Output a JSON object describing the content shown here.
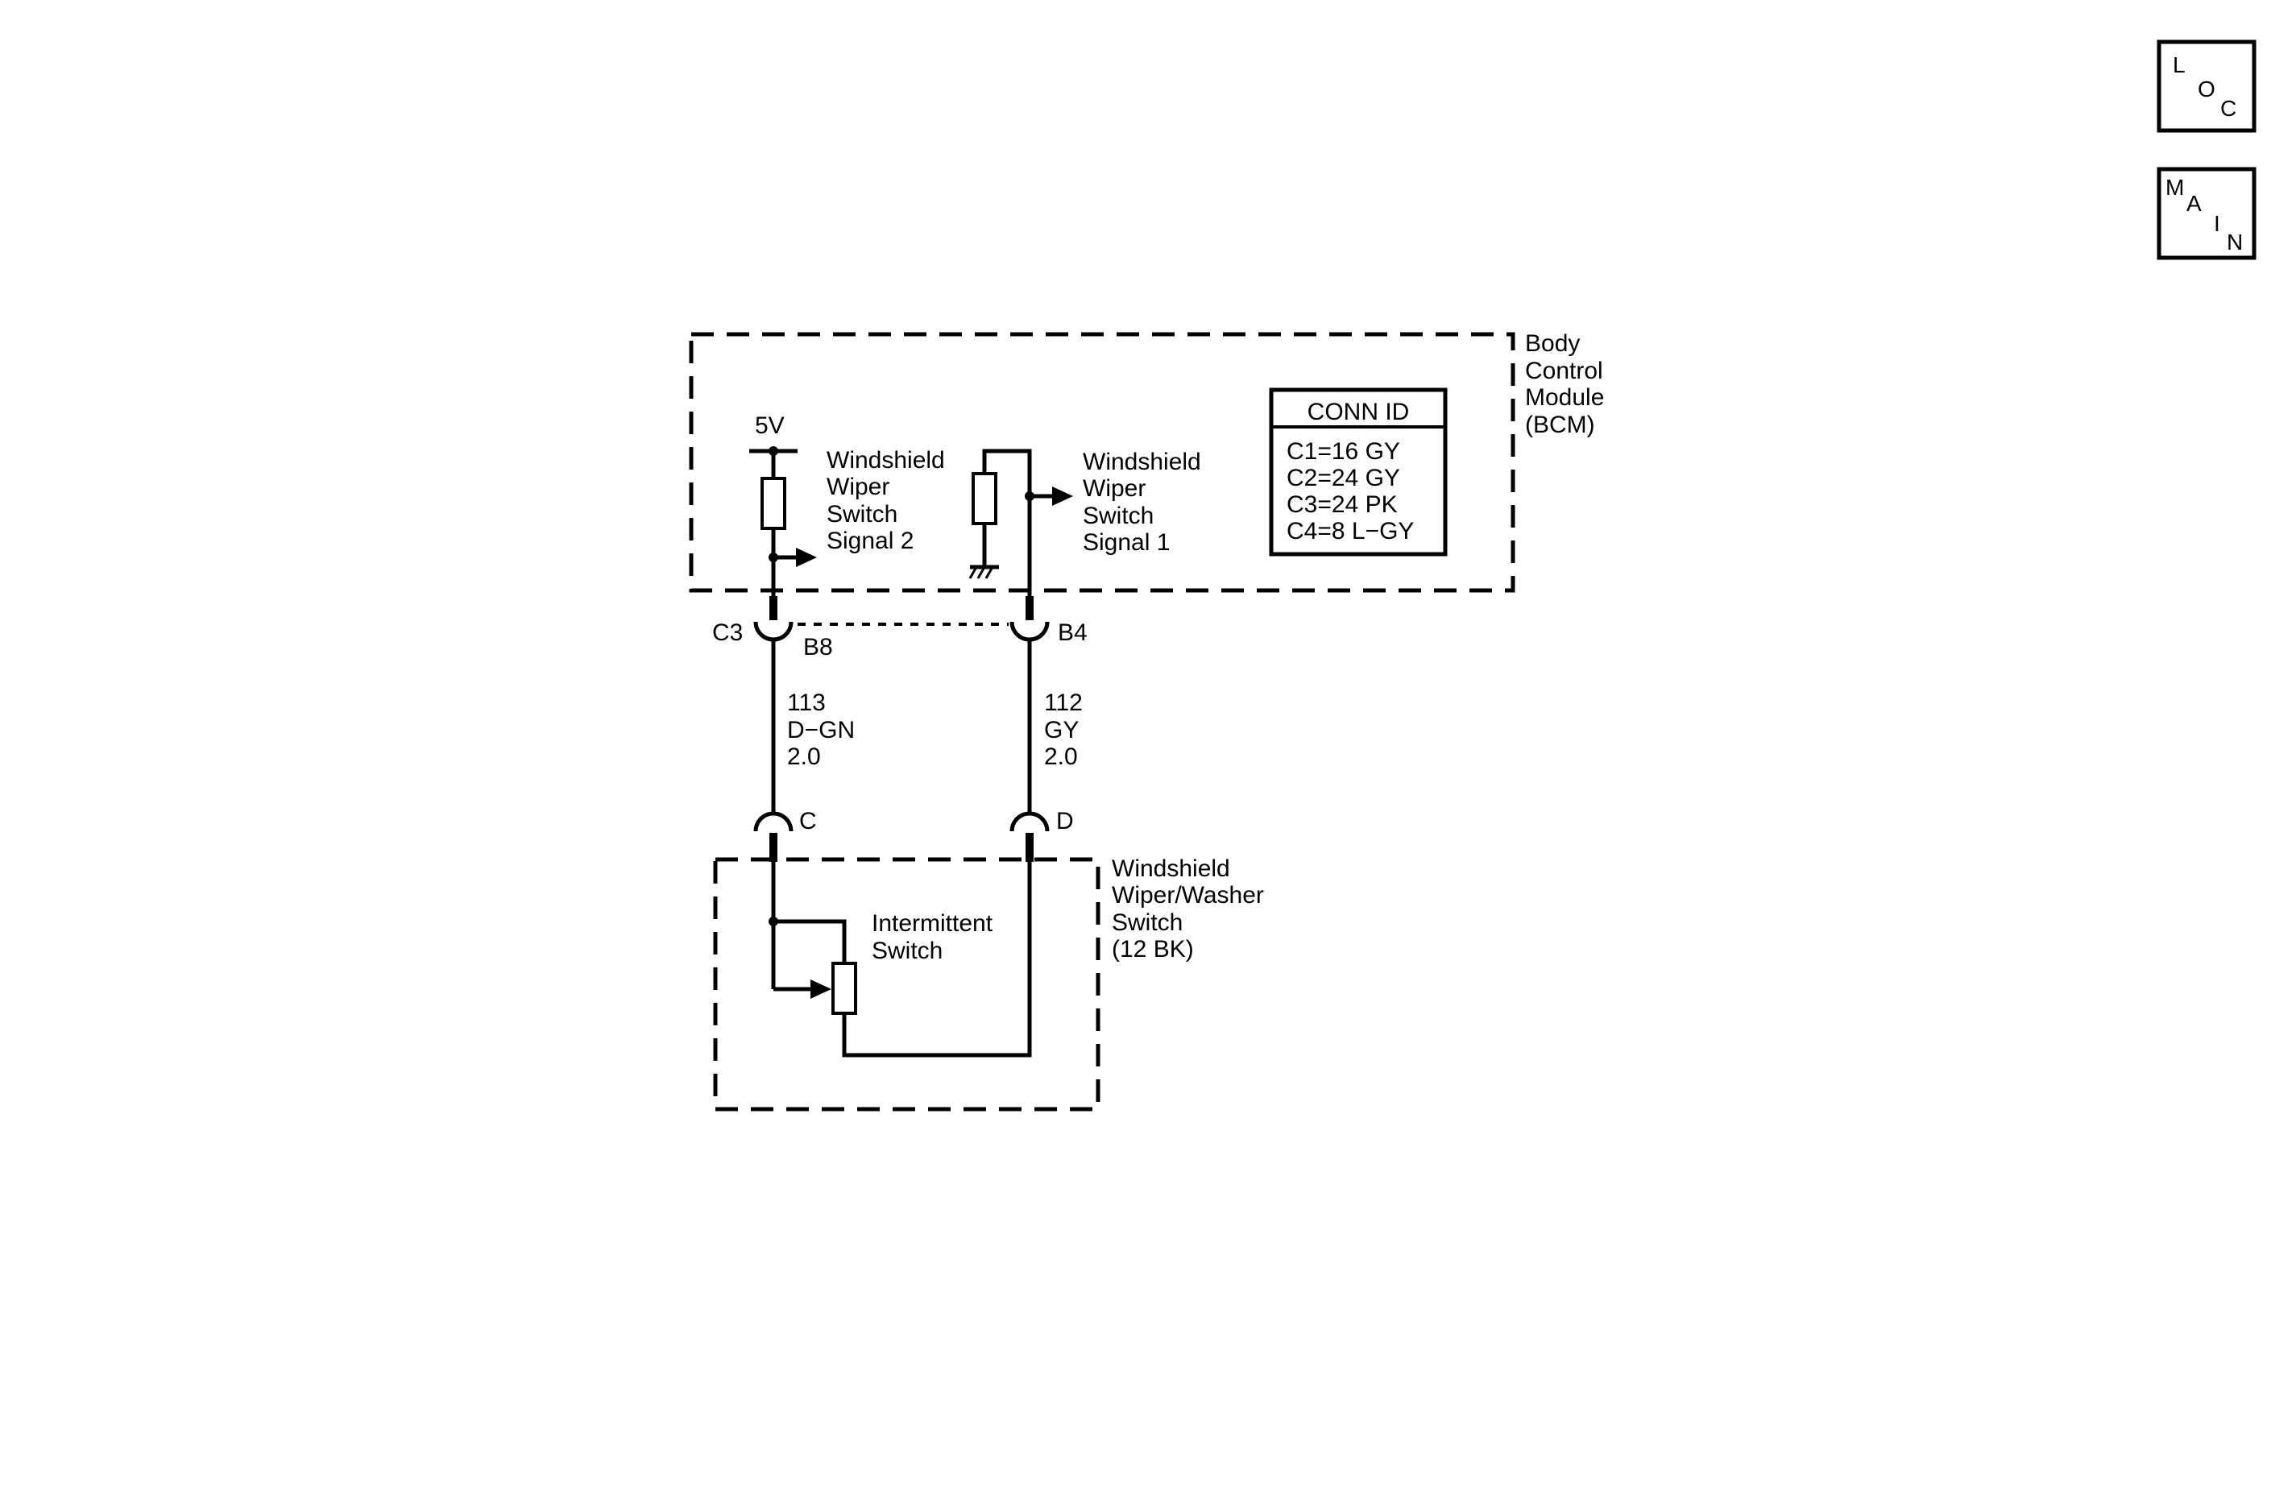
{
  "nav": {
    "loc": {
      "letters": [
        "L",
        "O",
        "C"
      ]
    },
    "main": {
      "letters": [
        "M",
        "A",
        "I",
        "N"
      ]
    }
  },
  "bcm": {
    "label_lines": [
      "Body",
      "Control",
      "Module",
      "(BCM)"
    ],
    "supply": "5V",
    "signal2_lines": [
      "Windshield",
      "Wiper",
      "Switch",
      "Signal 2"
    ],
    "signal1_lines": [
      "Windshield",
      "Wiper",
      "Switch",
      "Signal 1"
    ],
    "conn_id": {
      "title": "CONN ID",
      "rows": [
        "C1=16 GY",
        "C2=24 GY",
        "C3=24 PK",
        "C4=8 L−GY"
      ]
    }
  },
  "connectors": {
    "connector_name": "C3",
    "pin_left": "B8",
    "pin_right": "B4",
    "switch_pin_left": "C",
    "switch_pin_right": "D"
  },
  "wires": {
    "left": [
      "113",
      "D−GN",
      "2.0"
    ],
    "right": [
      "112",
      "GY",
      "2.0"
    ]
  },
  "switch": {
    "label_lines": [
      "Windshield",
      "Wiper/Washer",
      "Switch",
      "(12 BK)"
    ],
    "intermittent_lines": [
      "Intermittent",
      "Switch"
    ]
  }
}
